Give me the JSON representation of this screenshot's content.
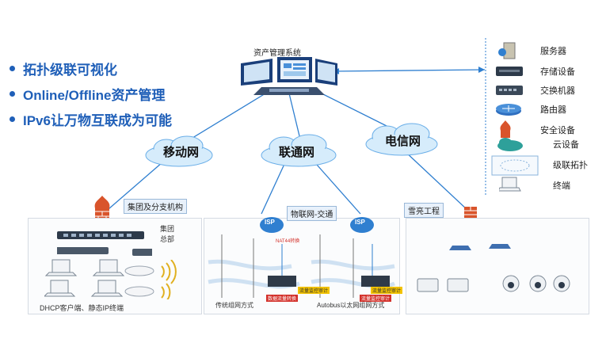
{
  "bullets": [
    "拓扑级联可视化",
    "Online/Offline资产管理",
    "IPv6让万物互联成为可能"
  ],
  "asset_system": "资产管理系统",
  "clouds": {
    "mobile": "移动网",
    "unicom": "联通网",
    "telecom": "电信网"
  },
  "branches": {
    "group": {
      "tag": "集团及分支机构",
      "hq": "集团\n总部",
      "caption": "DHCP客户端、静态IP终端"
    },
    "iot": {
      "tag": "物联网-交通",
      "isp1": "ISP",
      "isp2": "ISP",
      "nat": "NAT44转换",
      "left_caption": "传统组网方式",
      "right_caption": "Autobus以太网组网方式",
      "red_left": "数据流量转换",
      "red_right": "流量监控审计",
      "yellow_left": "流量监控审计",
      "yellow_right": "流量监控审计"
    },
    "xueliang": {
      "tag": "雪亮工程"
    }
  },
  "legend": [
    "服务器",
    "存储设备",
    "交换机器",
    "路由器",
    "安全设备",
    "云设备",
    "级联拓扑",
    "终端"
  ],
  "colors": {
    "accent": "#1f5fb8",
    "link": "#2f7fd0",
    "cloud": "#d6ecfb"
  }
}
